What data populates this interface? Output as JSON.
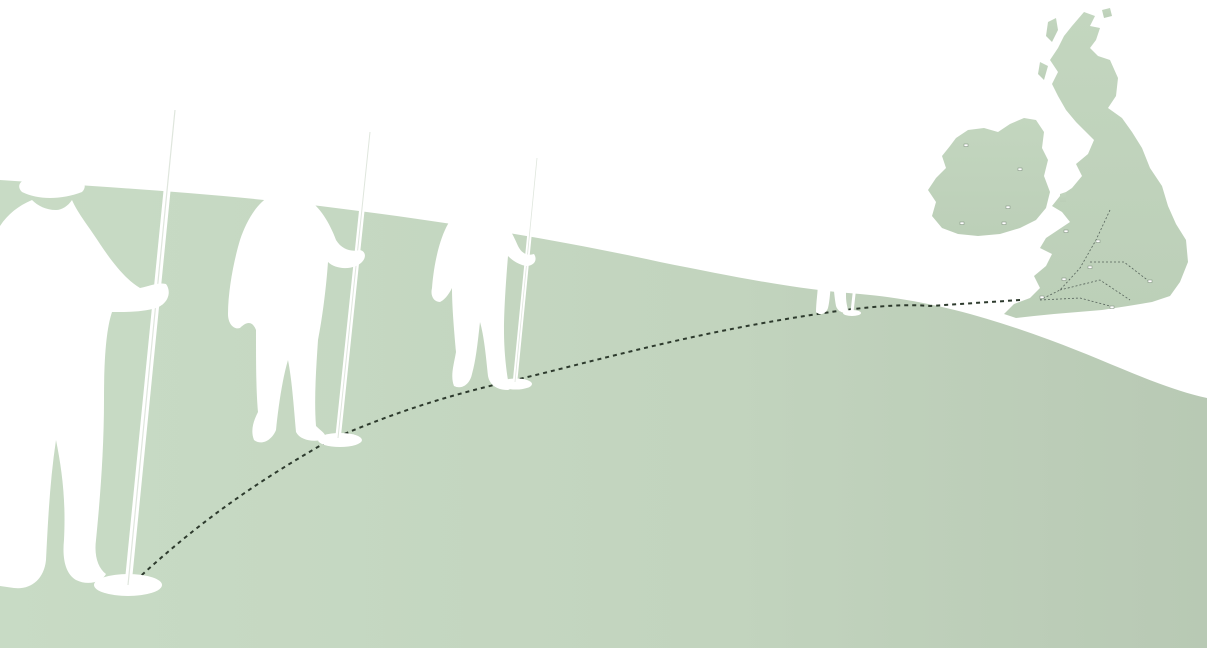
{
  "colors": {
    "background": "#ffffff",
    "land_light": "#c7d9c4",
    "land_dark": "#bacbb6",
    "figure": "#ffffff",
    "route": "#2d3a2d"
  },
  "scene": {
    "figures": [
      {
        "name": "walker-1-foreground"
      },
      {
        "name": "walker-2"
      },
      {
        "name": "walker-3"
      },
      {
        "name": "walker-4-distant"
      }
    ],
    "map": {
      "name": "british-isles-map",
      "places": []
    }
  }
}
